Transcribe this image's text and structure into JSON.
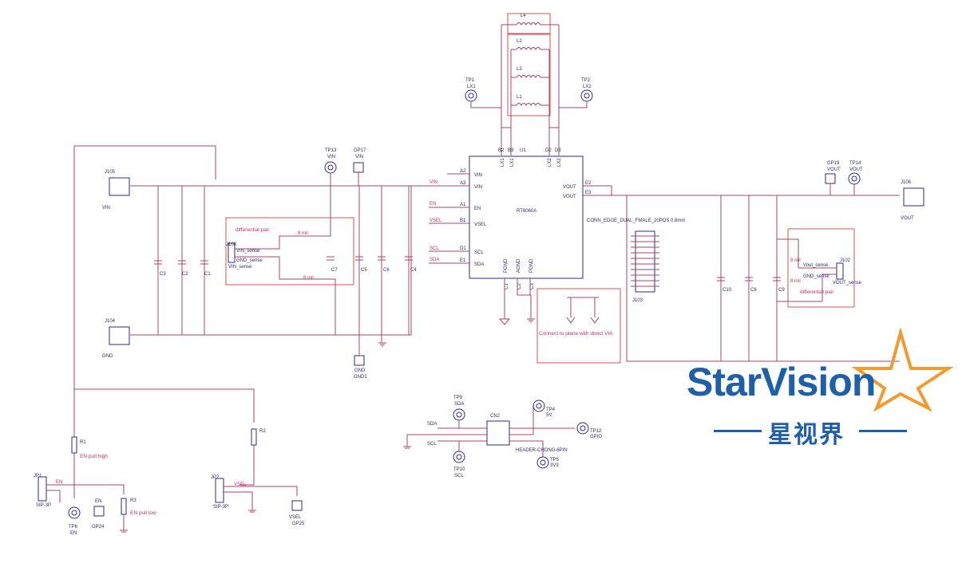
{
  "ic": {
    "ref": "U1",
    "part": "RT6060A",
    "pins_left": [
      [
        "A2",
        "VIN"
      ],
      [
        "A3",
        "VIN"
      ],
      [
        "A1",
        "EN"
      ],
      [
        "B1",
        "VSEL"
      ],
      [
        "D1",
        "SCL"
      ],
      [
        "E1",
        "SDA"
      ]
    ],
    "pins_right": [
      [
        "E2",
        "VOUT"
      ],
      [
        "E3",
        "VOUT"
      ]
    ],
    "pins_top": [
      [
        "B2",
        "LX1"
      ],
      [
        "B3",
        "LX1"
      ],
      [
        "D2",
        "LX2"
      ],
      [
        "D3",
        "LX2"
      ]
    ],
    "pins_bottom": [
      [
        "C1",
        "PGND"
      ],
      [
        "C2",
        "AGND"
      ],
      [
        "C3",
        "PGND"
      ]
    ]
  },
  "net_labels": {
    "vin": "VIN",
    "en": "EN",
    "vsel": "VSEL",
    "scl": "SCL",
    "sda": "SDA",
    "vout": "VOUT",
    "gnd": "GND"
  },
  "inductors": [
    "L4",
    "L2",
    "L3",
    "L1"
  ],
  "testpoints": {
    "tp1": [
      "TP1",
      "LX1"
    ],
    "tp2": [
      "TP2",
      "LX2"
    ],
    "tp13": [
      "TP13",
      "VIN"
    ],
    "gp17": [
      "GP17",
      "VIN"
    ],
    "gp19": [
      "GP19",
      "VOUT"
    ],
    "tp14": [
      "TP14",
      "VOUT"
    ],
    "gnd1": [
      "GND",
      "GND1"
    ],
    "tp9": [
      "TP9",
      "SDA"
    ],
    "tp4": [
      "TP4",
      "5V"
    ],
    "tp12": [
      "TP12",
      "GPIO"
    ],
    "tp5": [
      "TP5",
      "3V3"
    ],
    "tp10": [
      "TP10",
      "SCL"
    ],
    "tp6": [
      "TP6",
      "EN"
    ],
    "gp24": [
      "EN",
      "GP24"
    ],
    "gp25": [
      "VSEL",
      "GP25"
    ]
  },
  "connectors": {
    "j105": [
      "J105",
      "VIN"
    ],
    "j104": [
      "J104",
      "GND"
    ],
    "j106": [
      "J106",
      "VOUT"
    ],
    "j103": "J103",
    "j103_title": "CONN_EDGE_DUAL_FMALE_20POS 0.8mm",
    "cn2": "CN2",
    "cn2_sub": "HEADER-CHONG-6PIN",
    "jp1": [
      "JP1",
      "SIP-3P"
    ],
    "jp2": [
      "JP2",
      "SIP-3P"
    ],
    "j108": "J108",
    "j102": "J102"
  },
  "passives": {
    "c_in": [
      "C3",
      "C2",
      "C1"
    ],
    "c_mid": [
      "C7",
      "C5",
      "C6",
      "C4"
    ],
    "c_out": [
      "C10",
      "C8",
      "C9"
    ],
    "r1": [
      "R1",
      "EN pull high"
    ],
    "r2": "R2",
    "r3": [
      "R3",
      "EN pull low"
    ]
  },
  "sense": {
    "left_title": "differential pair",
    "left_a": "VIN_sense",
    "left_b": "GND_sense",
    "left_net": "VIN_sense",
    "right_title": "differential pair",
    "right_a": "Vout_sense",
    "right_b": "GND_sense",
    "right_net": "VOUT_sense",
    "mil": "8 mil"
  },
  "note": "Connect to plane with direct VIA",
  "logo": {
    "word": "StarVision",
    "sub": "星视界"
  },
  "colors": {
    "wire": "#a8446a",
    "component": "#2b2b8a",
    "note_box": "#d9534f",
    "logo": "#1f5fa8",
    "logo_accent": "#f29a2e"
  }
}
